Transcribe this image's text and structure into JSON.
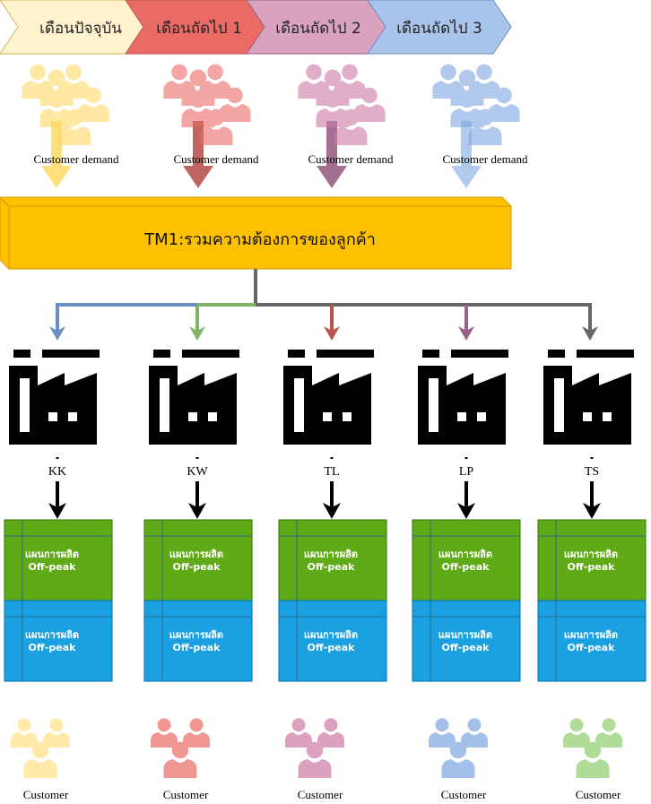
{
  "timeline": [
    {
      "label": "เดือนปัจจุบัน",
      "fill": "#fff2cc",
      "stroke": "#d6b656"
    },
    {
      "label": "เดือนถัดไป 1",
      "fill": "#ea6b66",
      "stroke": "#b85450"
    },
    {
      "label": "เดือนถัดไป 2",
      "fill": "#d9a3c0",
      "stroke": "#996185"
    },
    {
      "label": "เดือนถัดไป 3",
      "fill": "#a9c4eb",
      "stroke": "#6c8ebf"
    }
  ],
  "demand_groups": [
    {
      "label": "Customer demand",
      "color": "#ffd966",
      "arrow_color": "#ffd966"
    },
    {
      "label": "Customer demand",
      "color": "#ea6b66",
      "arrow_color": "#b85450"
    },
    {
      "label": "Customer demand",
      "color": "#cd7aa5",
      "arrow_color": "#996185"
    },
    {
      "label": "Customer demand",
      "color": "#7ea6e0",
      "arrow_color": "#a9c4eb"
    }
  ],
  "tm1": {
    "label": "TM1:รวมความต้องการของลูกค้า",
    "fill": "#ffc000",
    "stroke": "#d79b00"
  },
  "plants": [
    {
      "name": "KK",
      "arrow_color": "#6c8ebf"
    },
    {
      "name": "KW",
      "arrow_color": "#82b366"
    },
    {
      "name": "TL",
      "arrow_color": "#b85450"
    },
    {
      "name": "LP",
      "arrow_color": "#996185"
    },
    {
      "name": "TS",
      "arrow_color": "#666666"
    }
  ],
  "plan_block": {
    "top_line1": "แผนการผลิต",
    "top_line2": "Off-peak",
    "bottom_line1": "แผนการผลิต",
    "bottom_line2": "Off-peak",
    "top_fill": "#60a917",
    "bottom_fill": "#1ba1e2"
  },
  "customers": [
    {
      "label": "Customer",
      "color": "#ffd966"
    },
    {
      "label": "Customer",
      "color": "#ea6b66"
    },
    {
      "label": "Customer",
      "color": "#cd7aa5"
    },
    {
      "label": "Customer",
      "color": "#7ea6e0"
    },
    {
      "label": "Customer",
      "color": "#97d077"
    }
  ]
}
